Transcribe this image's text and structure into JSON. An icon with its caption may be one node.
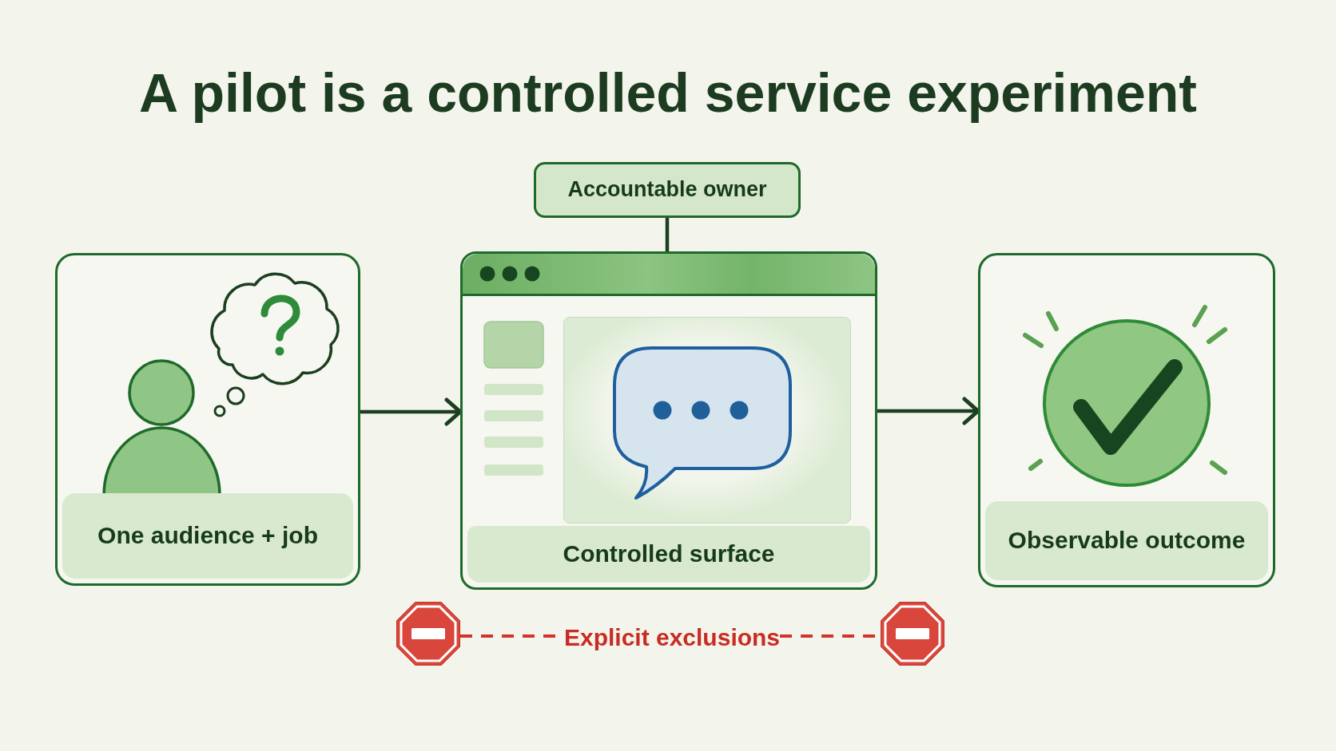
{
  "diagram": {
    "title": "A pilot is a controlled service experiment",
    "nodes": [
      {
        "text": [
          "Accountable owner"
        ]
      },
      {
        "text": [
          "One audience + job"
        ]
      },
      {
        "text": [
          "Controlled surface"
        ]
      },
      {
        "text": [
          "Observable outcome"
        ]
      },
      {
        "text": [],
        "shape": "octagon"
      },
      {
        "text": [
          "Explicit exclusions"
        ]
      },
      {
        "text": [],
        "shape": "octagon"
      }
    ],
    "edges": [
      {
        "from": 0,
        "to": 2,
        "arrow": "none"
      },
      {
        "from": 1,
        "to": 2,
        "arrow": "to"
      },
      {
        "from": 2,
        "to": 3,
        "arrow": "to"
      },
      {
        "from": 4,
        "to": 5,
        "arrow": "none",
        "style": "dashed",
        "color": "#d0352b"
      },
      {
        "from": 5,
        "to": 6,
        "arrow": "none",
        "style": "dashed",
        "color": "#d0352b"
      }
    ]
  }
}
